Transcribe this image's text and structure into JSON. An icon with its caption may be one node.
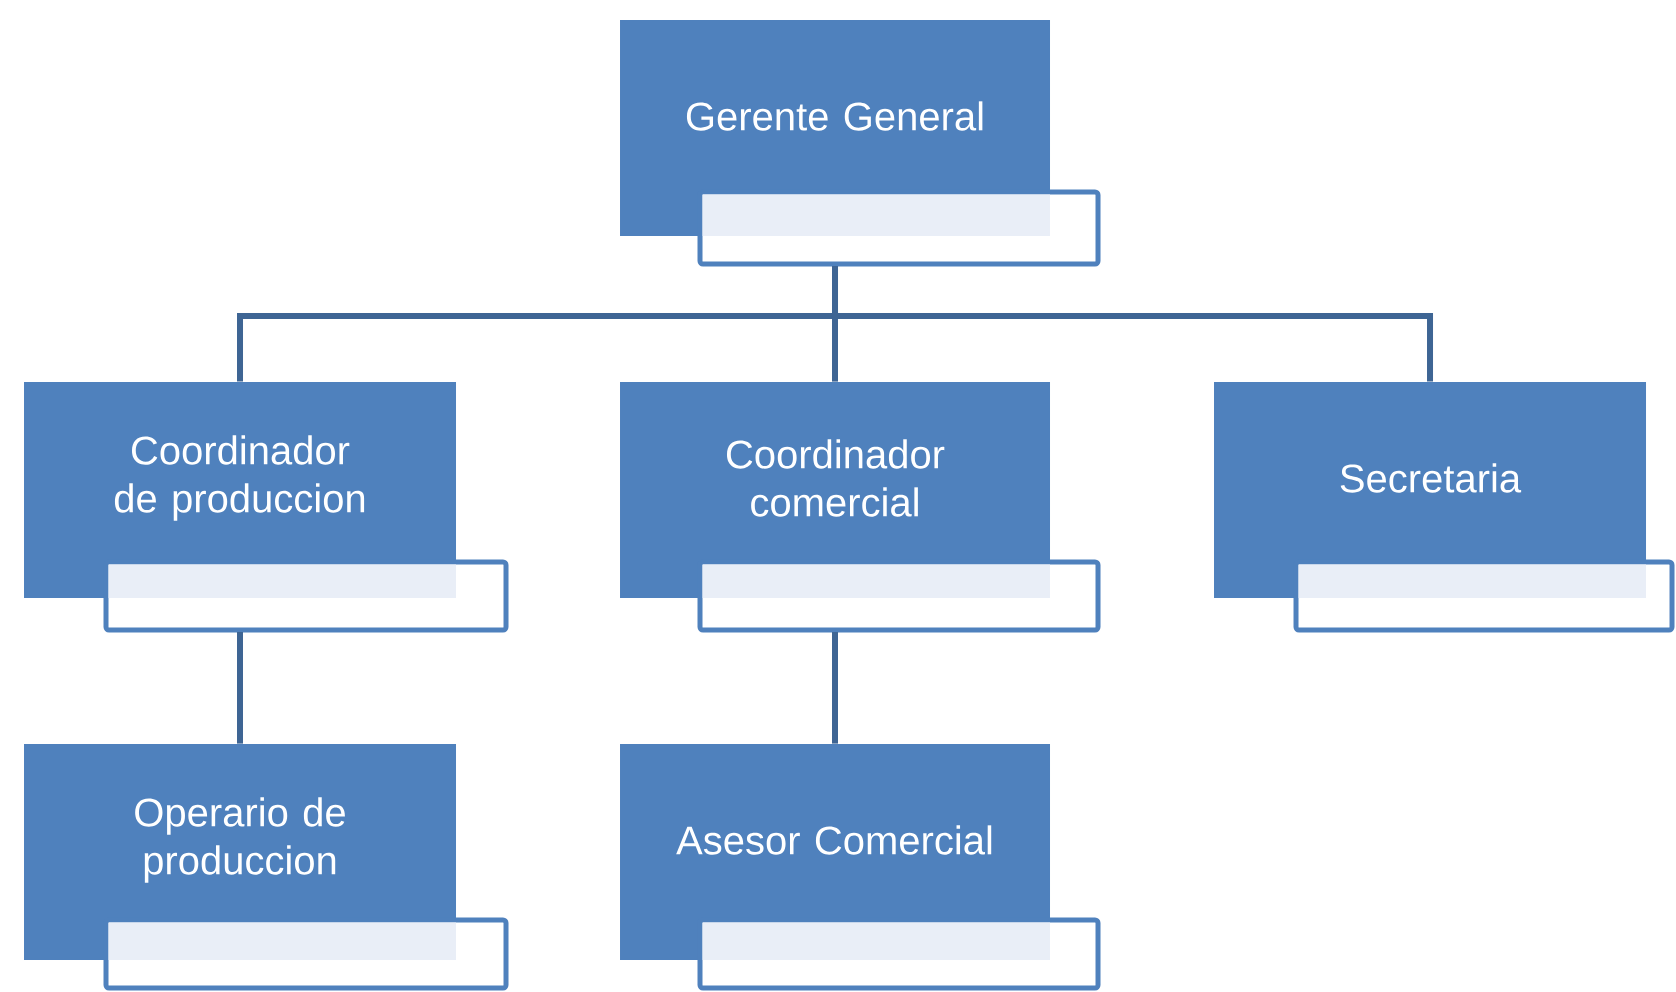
{
  "diagram": {
    "nodes": [
      {
        "text": [
          "Gerente General"
        ]
      },
      {
        "text": [
          "Coordinador de produccion"
        ]
      },
      {
        "text": [
          "Coordinador comercial"
        ]
      },
      {
        "text": [
          "Secretaria"
        ]
      },
      {
        "text": [
          "Operario de produccion"
        ]
      },
      {
        "text": [
          "Asesor Comercial"
        ]
      }
    ],
    "edges": [
      {
        "from": 0,
        "to": 1,
        "arrow": "none"
      },
      {
        "from": 0,
        "to": 2,
        "arrow": "none"
      },
      {
        "from": 0,
        "to": 3,
        "arrow": "none"
      },
      {
        "from": 1,
        "to": 4,
        "arrow": "none"
      },
      {
        "from": 2,
        "to": 5,
        "arrow": "none"
      }
    ]
  }
}
